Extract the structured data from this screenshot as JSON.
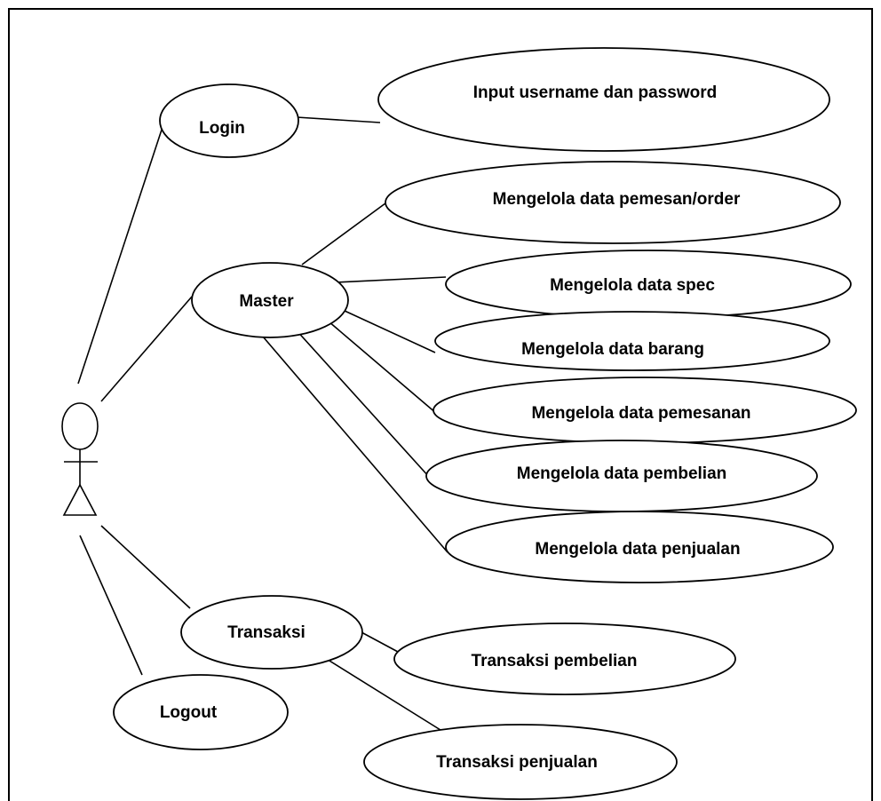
{
  "diagram": {
    "type": "use-case",
    "actor": {
      "icon": "actor-stick-figure-icon",
      "label": ""
    },
    "use_cases": {
      "login": "Login",
      "input_credentials": "Input username dan password",
      "master": "Master",
      "pemesan_order": "Mengelola data pemesan/order",
      "spec": "Mengelola data spec",
      "barang": "Mengelola data barang",
      "pemesanan": "Mengelola data pemesanan",
      "pembelian": "Mengelola data pembelian",
      "penjualan": "Mengelola data penjualan",
      "transaksi": "Transaksi",
      "transaksi_pembelian": "Transaksi pembelian",
      "transaksi_penjualan": "Transaksi penjualan",
      "logout": "Logout"
    }
  }
}
